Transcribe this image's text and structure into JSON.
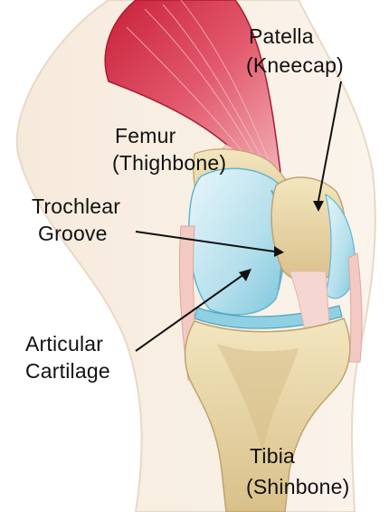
{
  "labels": {
    "patella": {
      "line1": "Patella",
      "line2": "(Kneecap)"
    },
    "femur": {
      "line1": "Femur",
      "line2": "(Thighbone)"
    },
    "trochlear": {
      "line1": "Trochlear",
      "line2": "Groove"
    },
    "articular": {
      "line1": "Articular",
      "line2": "Cartilage"
    },
    "tibia": {
      "line1": "Tibia",
      "line2": "(Shinbone)"
    }
  },
  "colors": {
    "muscle": "#d9455a",
    "bone": "#e8d6a6",
    "bone_shadow": "#c9b27c",
    "cartilage": "#bfe3ee",
    "cartilage_edge": "#5fb7d0",
    "tendon": "#f3c9c4",
    "skin": "#f7ede0"
  }
}
